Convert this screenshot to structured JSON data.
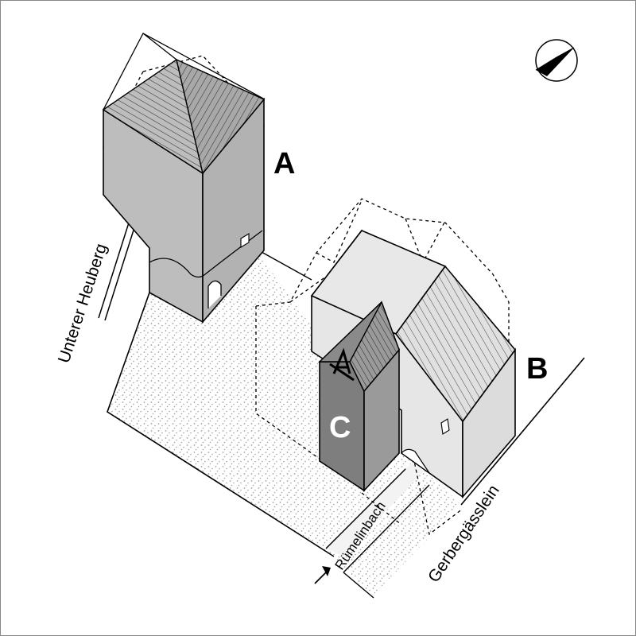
{
  "labels": {
    "building_a": "A",
    "building_b": "B",
    "building_c": "C"
  },
  "streets": {
    "west": "Unterer Heuberg",
    "east": "Gerbergässlein"
  },
  "creek": {
    "name": "Rümelinbach"
  },
  "icons": {
    "north_arrow": "north-arrow-icon",
    "flow_arrow": "flow-arrow-icon"
  },
  "colors": {
    "wall_light": "#e6e6e6",
    "wall_mid": "#bdbdbd",
    "wall_dark": "#8c8c8c",
    "ground_dots": "#a0a0a0"
  }
}
